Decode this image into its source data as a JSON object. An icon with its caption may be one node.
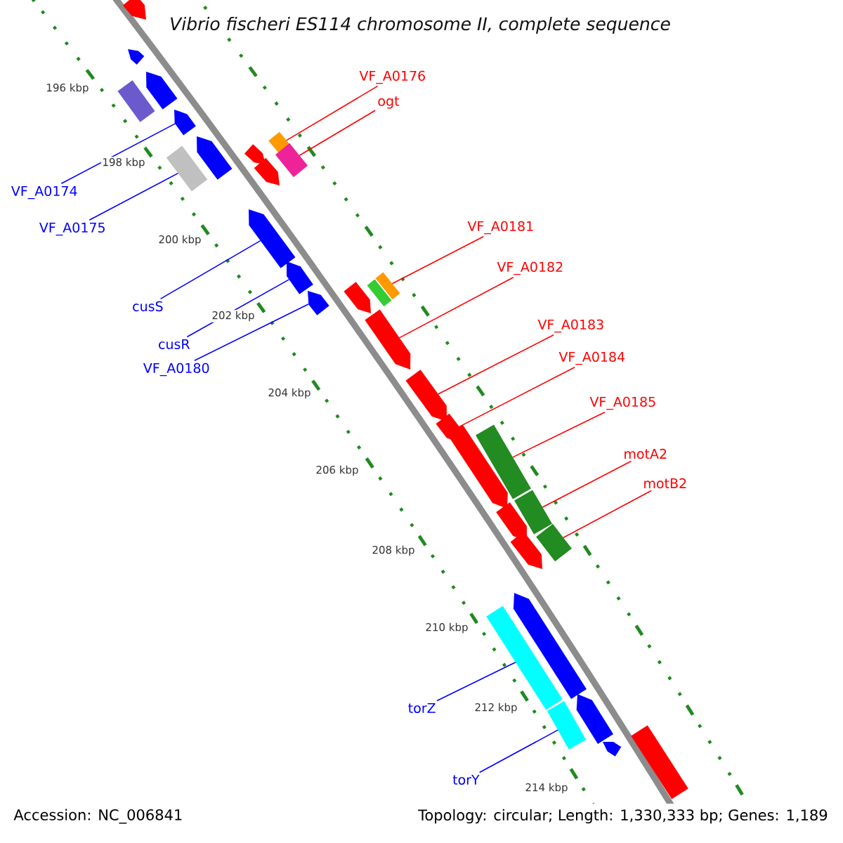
{
  "diagram": {
    "title": "Vibrio fischeri ES114 chromosome II, complete sequence",
    "nodes": [
      {
        "text": [
          "VF_A0176"
        ]
      },
      {
        "text": [
          "ogt"
        ]
      },
      {
        "text": [
          "VF_A0174"
        ]
      },
      {
        "text": [
          "VF_A0175"
        ]
      },
      {
        "text": [
          "VF_A0181"
        ]
      },
      {
        "text": [
          "VF_A0182"
        ]
      },
      {
        "text": [
          "cusS"
        ]
      },
      {
        "text": [
          "VF_A0183"
        ]
      },
      {
        "text": [
          "cusR"
        ]
      },
      {
        "text": [
          "VF_A0184"
        ]
      },
      {
        "text": [
          "VF_A0180"
        ]
      },
      {
        "text": [
          "VF_A0185"
        ]
      },
      {
        "text": [
          "motA2"
        ]
      },
      {
        "text": [
          "motB2"
        ]
      },
      {
        "text": [
          "torZ"
        ]
      },
      {
        "text": [
          "torY"
        ]
      },
      {
        "text": [],
        "shape": "arrow"
      },
      {
        "text": [],
        "shape": "arrow"
      },
      {
        "text": [],
        "shape": "arrow"
      },
      {
        "text": [],
        "shape": "bar"
      },
      {
        "text": [],
        "shape": "arrow"
      },
      {
        "text": [],
        "shape": "bar"
      },
      {
        "text": [],
        "shape": "arrow"
      },
      {
        "text": [],
        "shape": "arrow"
      },
      {
        "text": [],
        "shape": "bar"
      },
      {
        "text": [],
        "shape": "bar"
      },
      {
        "text": [],
        "shape": "arrow"
      },
      {
        "text": [],
        "shape": "arrow"
      },
      {
        "text": [],
        "shape": "arrow"
      },
      {
        "text": [],
        "shape": "bar"
      },
      {
        "text": [],
        "shape": "bar"
      },
      {
        "text": [],
        "shape": "arrow"
      },
      {
        "text": [],
        "shape": "arrow"
      },
      {
        "text": [],
        "shape": "arrow"
      },
      {
        "text": [],
        "shape": "arrow"
      },
      {
        "text": [],
        "shape": "arrow"
      },
      {
        "text": [],
        "shape": "bar"
      },
      {
        "text": [],
        "shape": "arrow"
      },
      {
        "text": [],
        "shape": "bar"
      },
      {
        "text": [],
        "shape": "arrow"
      },
      {
        "text": [],
        "shape": "bar"
      },
      {
        "text": [],
        "shape": "arrow"
      },
      {
        "text": [],
        "shape": "arrow"
      },
      {
        "text": [],
        "shape": "bar"
      },
      {
        "text": [],
        "shape": "arrow"
      },
      {
        "text": [],
        "shape": "bar"
      },
      {
        "text": [],
        "shape": "arrow"
      },
      {
        "text": [],
        "shape": "bar"
      }
    ],
    "edges": [
      {
        "from": 0,
        "to": 21,
        "arrow": "none"
      },
      {
        "from": 1,
        "to": 24,
        "arrow": "none"
      },
      {
        "from": 2,
        "to": 20,
        "arrow": "none",
        "color": "#0000ff"
      },
      {
        "from": 3,
        "to": 25,
        "arrow": "none",
        "color": "#0000ff"
      },
      {
        "from": 4,
        "to": 29,
        "arrow": "none"
      },
      {
        "from": 5,
        "to": 33,
        "arrow": "none"
      },
      {
        "from": 6,
        "to": 27,
        "arrow": "none",
        "color": "#0000ff"
      },
      {
        "from": 7,
        "to": 34,
        "arrow": "none"
      },
      {
        "from": 8,
        "to": 28,
        "arrow": "none",
        "color": "#0000ff"
      },
      {
        "from": 9,
        "to": 35,
        "arrow": "none"
      },
      {
        "from": 10,
        "to": 32,
        "arrow": "none",
        "color": "#0000ff"
      },
      {
        "from": 11,
        "to": 36,
        "arrow": "none"
      },
      {
        "from": 12,
        "to": 38,
        "arrow": "none"
      },
      {
        "from": 13,
        "to": 40,
        "arrow": "none"
      },
      {
        "from": 14,
        "to": 43,
        "arrow": "none",
        "color": "#0000ff"
      },
      {
        "from": 15,
        "to": 45,
        "arrow": "none",
        "color": "#0000ff"
      }
    ],
    "labels": [
      "196 kbp",
      "198 kbp",
      "200 kbp",
      "202 kbp",
      "204 kbp",
      "206 kbp",
      "208 kbp",
      "210 kbp",
      "212 kbp",
      "214 kbp",
      "Accession: NC_006841",
      "Topology: circular; Length: 1,330,333 bp; Genes: 1,189"
    ]
  }
}
